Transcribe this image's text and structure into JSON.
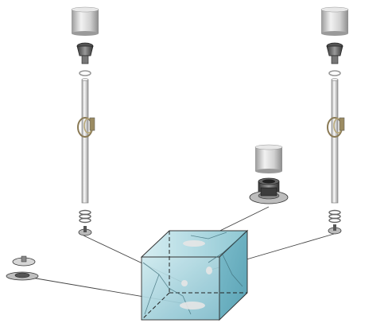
{
  "diagram": {
    "type": "exploded-assembly",
    "colors": {
      "background": "#ffffff",
      "metal": "#cfcfcf",
      "metal_dark": "#8a8a8a",
      "outline": "#333333",
      "cap": "#d9d9d9",
      "cube": "#8fc9d4",
      "cube_top": "#a9d8e0",
      "cube_side": "#6fb2c1",
      "leader": "#444444",
      "contact": "#d8d8d8"
    },
    "components": [
      {
        "id": "left-tube-assembly",
        "icon": "tube-assembly"
      },
      {
        "id": "right-tube-assembly",
        "icon": "tube-assembly"
      },
      {
        "id": "center-fitting-assembly",
        "icon": "cap-and-fitting"
      },
      {
        "id": "box-container",
        "icon": "transparent-cube"
      },
      {
        "id": "left-connector",
        "icon": "mushroom-connector"
      }
    ]
  }
}
